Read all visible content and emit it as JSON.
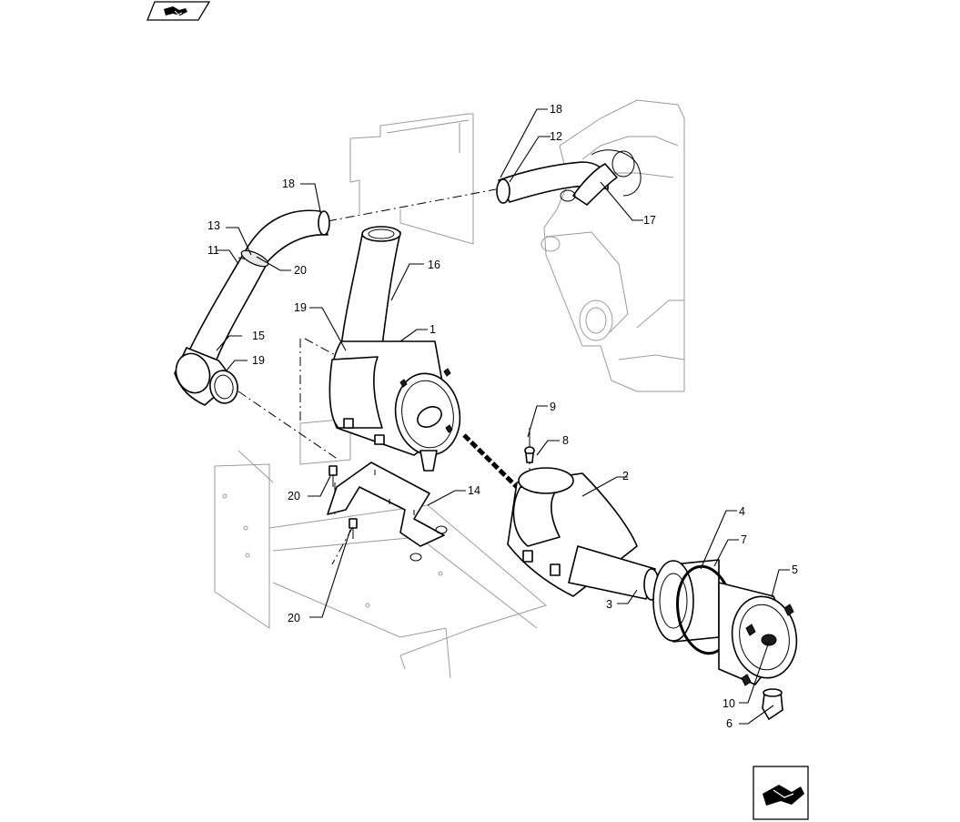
{
  "navigation": {
    "top_icon": "navigate-icon",
    "bottom_icon": "navigate-icon"
  },
  "callouts": [
    {
      "id": "c18a",
      "text": "18"
    },
    {
      "id": "c13",
      "text": "13"
    },
    {
      "id": "c11",
      "text": "11"
    },
    {
      "id": "c20a",
      "text": "20"
    },
    {
      "id": "c15",
      "text": "15"
    },
    {
      "id": "c19a",
      "text": "19"
    },
    {
      "id": "c16",
      "text": "16"
    },
    {
      "id": "c19b",
      "text": "19"
    },
    {
      "id": "c1",
      "text": "1"
    },
    {
      "id": "c18b",
      "text": "18"
    },
    {
      "id": "c12",
      "text": "12"
    },
    {
      "id": "c17",
      "text": "17"
    },
    {
      "id": "c9",
      "text": "9"
    },
    {
      "id": "c8",
      "text": "8"
    },
    {
      "id": "c2",
      "text": "2"
    },
    {
      "id": "c20b",
      "text": "20"
    },
    {
      "id": "c14",
      "text": "14"
    },
    {
      "id": "c20c",
      "text": "20"
    },
    {
      "id": "c4",
      "text": "4"
    },
    {
      "id": "c7",
      "text": "7"
    },
    {
      "id": "c5",
      "text": "5"
    },
    {
      "id": "c3",
      "text": "3"
    },
    {
      "id": "c10",
      "text": "10"
    },
    {
      "id": "c6",
      "text": "6"
    }
  ]
}
